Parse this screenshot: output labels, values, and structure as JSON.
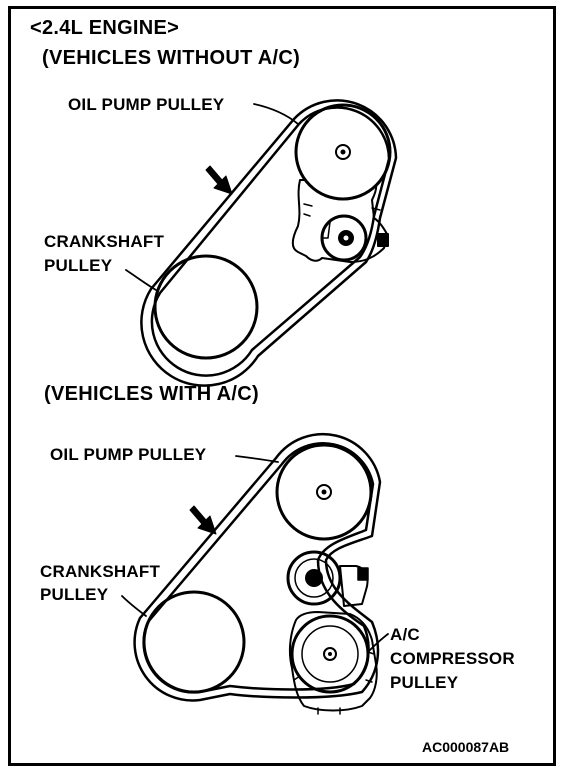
{
  "header": {
    "engine": "<2.4L ENGINE>",
    "section_without_ac": "(VEHICLES WITHOUT A/C)",
    "section_with_ac": "(VEHICLES WITH A/C)"
  },
  "diagram_without_ac": {
    "oil_pump_pulley": "OIL PUMP PULLEY",
    "crankshaft_pulley_line1": "CRANKSHAFT",
    "crankshaft_pulley_line2": "PULLEY"
  },
  "diagram_with_ac": {
    "oil_pump_pulley": "OIL PUMP PULLEY",
    "crankshaft_pulley_line1": "CRANKSHAFT",
    "crankshaft_pulley_line2": "PULLEY",
    "ac_pulley_line1": "A/C",
    "ac_pulley_line2": "COMPRESSOR",
    "ac_pulley_line3": "PULLEY"
  },
  "reference_code": "AC000087AB"
}
